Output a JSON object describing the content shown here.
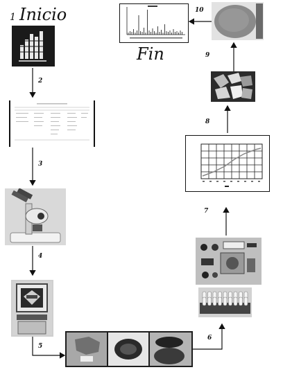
{
  "labels": {
    "start_num": "1",
    "start_word": "Inicio",
    "end_word": "Fin"
  },
  "steps": [
    "2",
    "3",
    "4",
    "5",
    "6",
    "7",
    "8",
    "9",
    "10"
  ],
  "colors": {
    "ink": "#111111",
    "photo_dark": "#1c1c1c",
    "photo_gray": "#9a9a9a",
    "photo_light": "#dcdcdc",
    "chart_grid": "#222222",
    "rock": "#8c8c8c"
  },
  "icons": [
    "bar-chart-logo",
    "spreadsheet",
    "stereo-microscope",
    "lab-instrument",
    "rock-samples",
    "sample-tray",
    "control-panel",
    "line-graph",
    "mineral-fragments",
    "polished-section",
    "spectrum-plot"
  ]
}
